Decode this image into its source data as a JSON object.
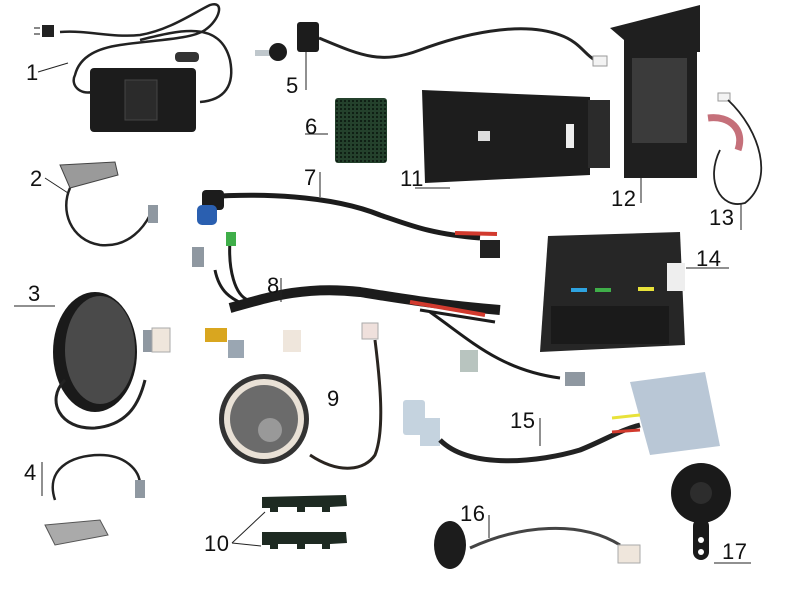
{
  "diagram": {
    "type": "exploded parts diagram",
    "callouts": [
      {
        "number": "1",
        "part": "charger-icon"
      },
      {
        "number": "2",
        "part": "tail-light-icon"
      },
      {
        "number": "3",
        "part": "round-display-icon"
      },
      {
        "number": "4",
        "part": "brake-light-icon"
      },
      {
        "number": "5",
        "part": "key-switch-icon"
      },
      {
        "number": "6",
        "part": "rubber-pad-icon"
      },
      {
        "number": "7",
        "part": "power-cable-icon"
      },
      {
        "number": "8",
        "part": "wiring-harness-icon"
      },
      {
        "number": "9",
        "part": "headlight-icon"
      },
      {
        "number": "10",
        "part": "cable-clip-icon"
      },
      {
        "number": "11",
        "part": "battery-icon"
      },
      {
        "number": "12",
        "part": "battery-cover-icon"
      },
      {
        "number": "13",
        "part": "sensor-icon"
      },
      {
        "number": "14",
        "part": "controller-icon"
      },
      {
        "number": "15",
        "part": "dc-converter-icon"
      },
      {
        "number": "16",
        "part": "throttle-switch-icon"
      },
      {
        "number": "17",
        "part": "horn-icon"
      }
    ]
  },
  "colors": {
    "background": "#ffffff",
    "part_dark": "#1c1c1c",
    "cable": "#222222",
    "connector_grey": "#9aa6b2",
    "connector_white": "#efe6dc",
    "wire_red": "#d23a2e",
    "wire_green": "#3fae49",
    "wire_yellow": "#e8e23a",
    "wire_blue": "#2a5fb0",
    "pad_green": "#24412c",
    "converter_silver": "#b9c7d6"
  }
}
